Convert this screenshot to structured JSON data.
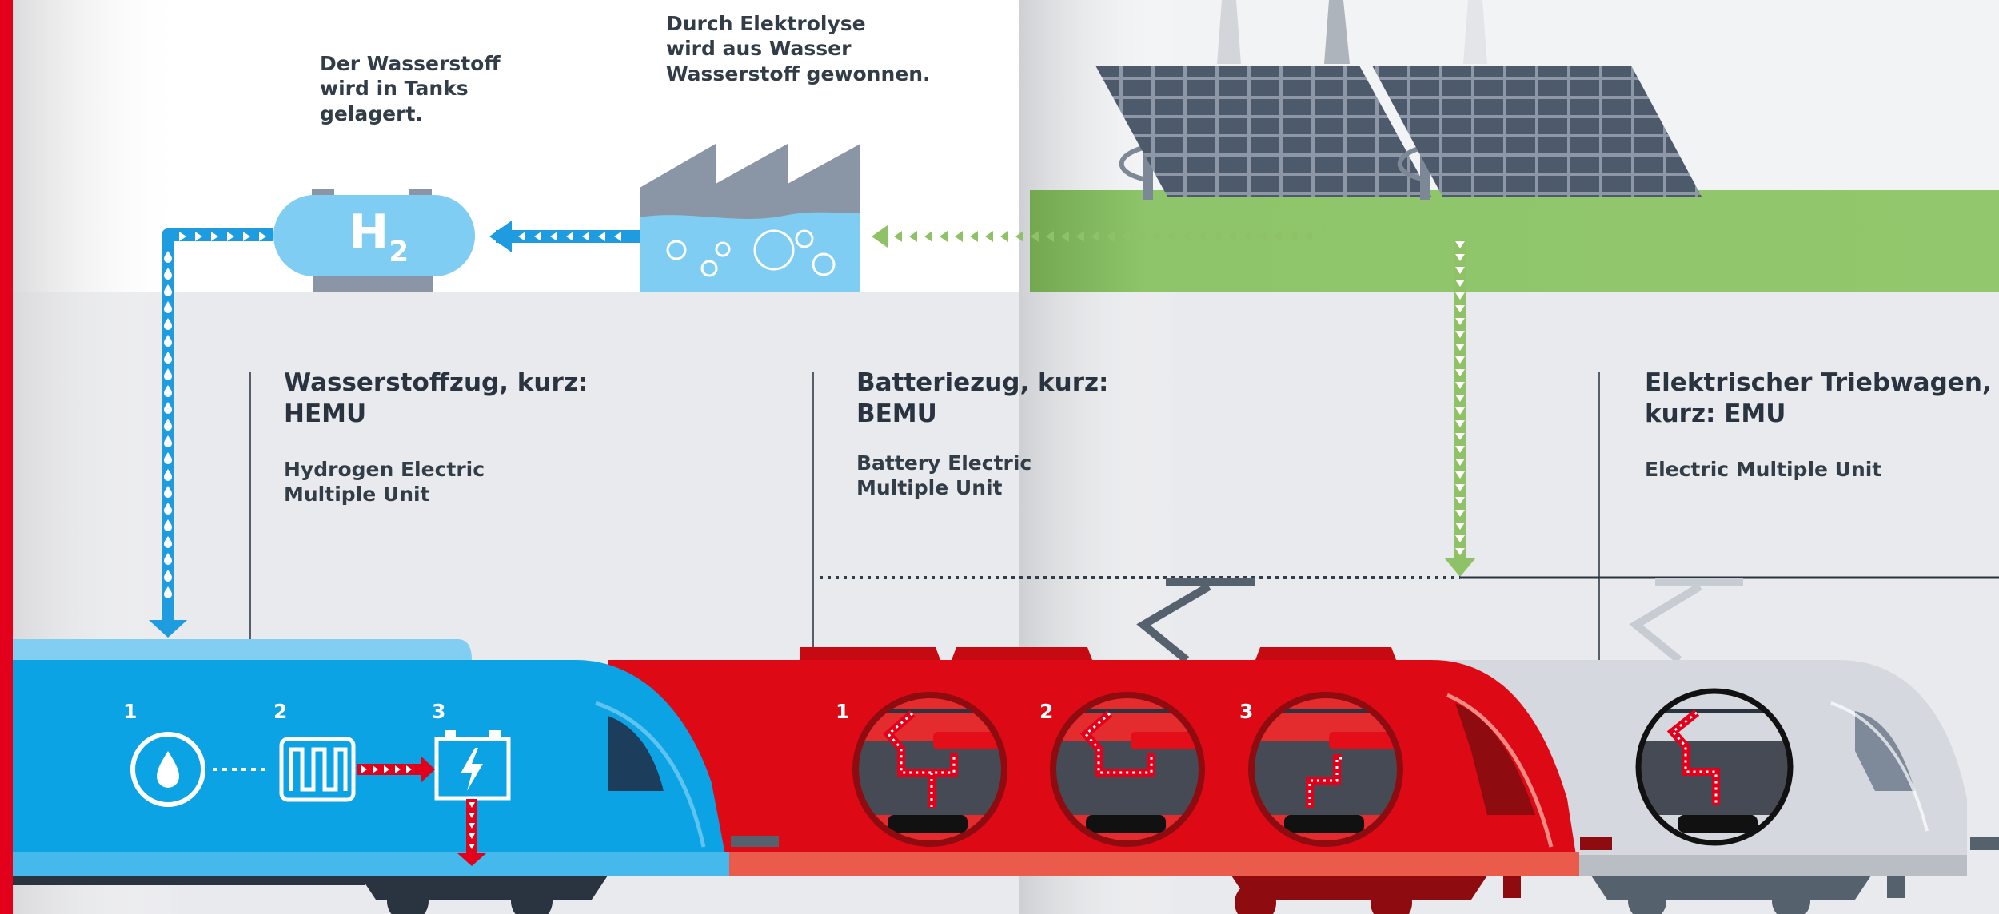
{
  "top_captions": {
    "tank": [
      "Der Wasserstoff",
      "wird in Tanks",
      "gelagert."
    ],
    "electrolysis": [
      "Durch Elektrolyse",
      "wird aus Wasser",
      "Wasserstoff gewonnen."
    ]
  },
  "h2_label": {
    "symbol": "H",
    "subscript": "2"
  },
  "trains": [
    {
      "title": [
        "Wasserstoffzug, kurz:",
        "HEMU"
      ],
      "subtitle": [
        "Hydrogen Electric",
        "Multiple Unit"
      ]
    },
    {
      "title": [
        "Batteriezug, kurz:",
        "BEMU"
      ],
      "subtitle": [
        "Battery Electric",
        "Multiple Unit"
      ]
    },
    {
      "title": [
        "Elektrischer Triebwagen,",
        "kurz: EMU"
      ],
      "subtitle": [
        "Electric Multiple Unit"
      ]
    }
  ],
  "step_numbers": {
    "hemu": [
      "1",
      "2",
      "3"
    ],
    "bemu": [
      "1",
      "2",
      "3"
    ]
  },
  "colors": {
    "red_accent": "#e2001a",
    "hemu_blue": "#0ba3e3",
    "bemu_red": "#dd0a15",
    "emu_grey": "#d5d9df",
    "flow_blue": "#1f9be0",
    "flow_green": "#8fc166",
    "grass_green": "#8ec56a",
    "solar_panel": "#4d5a6b"
  }
}
